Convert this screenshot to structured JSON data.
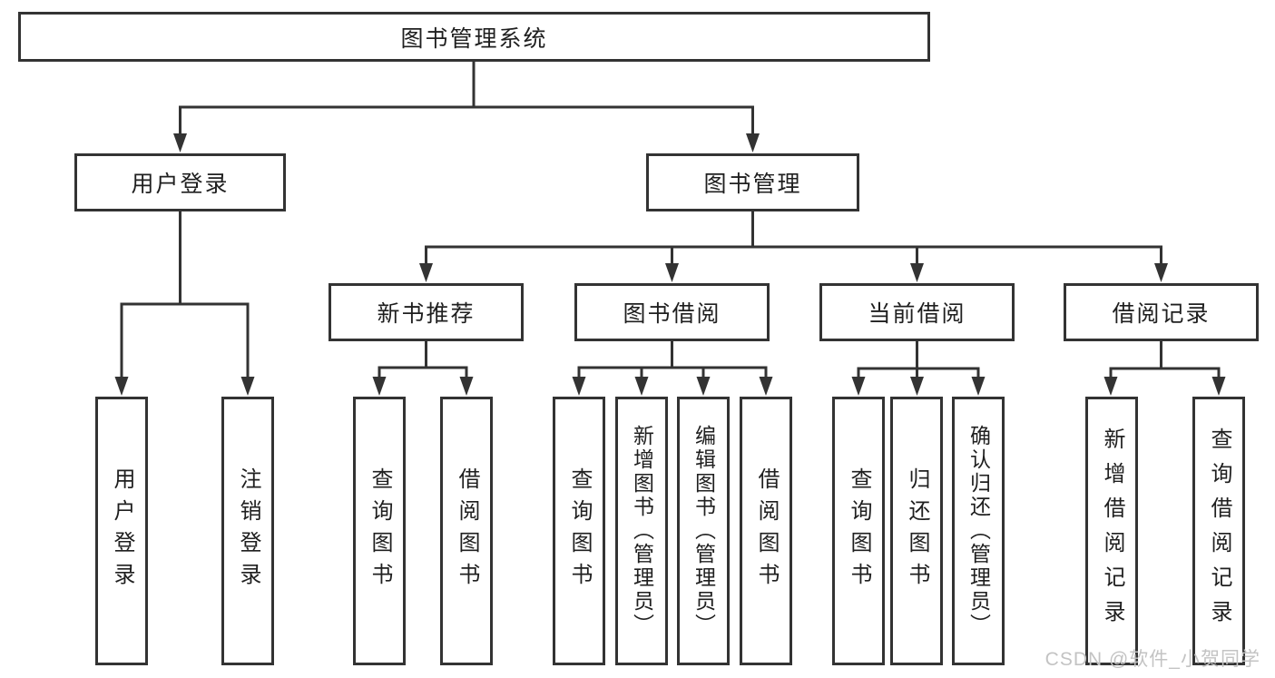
{
  "diagram": {
    "root": {
      "label": "图书管理系统"
    },
    "level2": [
      {
        "id": "user-login",
        "label": "用户登录"
      },
      {
        "id": "book-management",
        "label": "图书管理"
      }
    ],
    "level3": [
      {
        "id": "new-book-recommend",
        "parent": "book-management",
        "label": "新书推荐"
      },
      {
        "id": "book-borrow",
        "parent": "book-management",
        "label": "图书借阅"
      },
      {
        "id": "current-borrow",
        "parent": "book-management",
        "label": "当前借阅"
      },
      {
        "id": "borrow-records",
        "parent": "book-management",
        "label": "借阅记录"
      }
    ],
    "leaves": [
      {
        "parent": "user-login",
        "label": "用户登录"
      },
      {
        "parent": "user-login",
        "label": "注销登录"
      },
      {
        "parent": "new-book-recommend",
        "label": "查询图书"
      },
      {
        "parent": "new-book-recommend",
        "label": "借阅图书"
      },
      {
        "parent": "book-borrow",
        "label": "查询图书"
      },
      {
        "parent": "book-borrow",
        "label": "新增图书（管理员）"
      },
      {
        "parent": "book-borrow",
        "label": "编辑图书（管理员）"
      },
      {
        "parent": "book-borrow",
        "label": "借阅图书"
      },
      {
        "parent": "current-borrow",
        "label": "查询图书"
      },
      {
        "parent": "current-borrow",
        "label": "归还图书"
      },
      {
        "parent": "current-borrow",
        "label": "确认归还（管理员）"
      },
      {
        "parent": "borrow-records",
        "label": "新增借阅记录"
      },
      {
        "parent": "borrow-records",
        "label": "查询借阅记录"
      }
    ],
    "watermark": "CSDN @软件_小贺同学",
    "colors": {
      "line": "#333333",
      "text": "#1f1f1f",
      "background": "#ffffff",
      "watermark": "#c3c3c3"
    }
  }
}
